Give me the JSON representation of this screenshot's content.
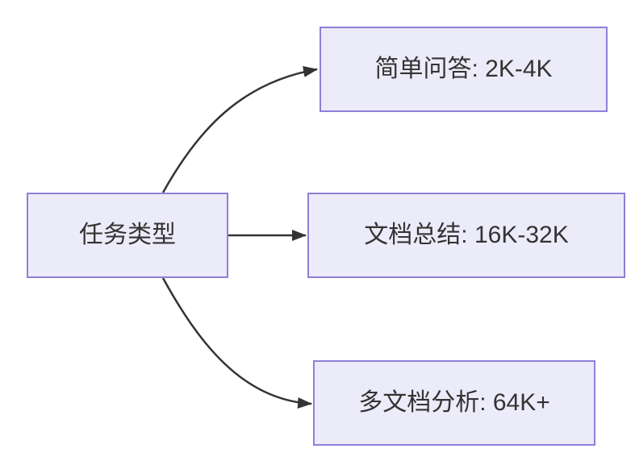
{
  "diagram": {
    "type": "flowchart-lr",
    "nodes": {
      "root": {
        "label": "任务类型"
      },
      "simple_qa": {
        "label": "简单问答: 2K-4K"
      },
      "doc_summary": {
        "label": "文档总结: 16K-32K"
      },
      "multi_doc": {
        "label": "多文档分析: 64K+"
      }
    },
    "edges": [
      {
        "from": "任务类型",
        "to": "简单问答: 2K-4K"
      },
      {
        "from": "任务类型",
        "to": "文档总结: 16K-32K"
      },
      {
        "from": "任务类型",
        "to": "多文档分析: 64K+"
      }
    ],
    "colors": {
      "background": "#FFFFFF",
      "node_fill": "#ECEBF9",
      "node_border": "#8F7FD8",
      "edge_line": "#333333",
      "text": "#333333"
    }
  }
}
